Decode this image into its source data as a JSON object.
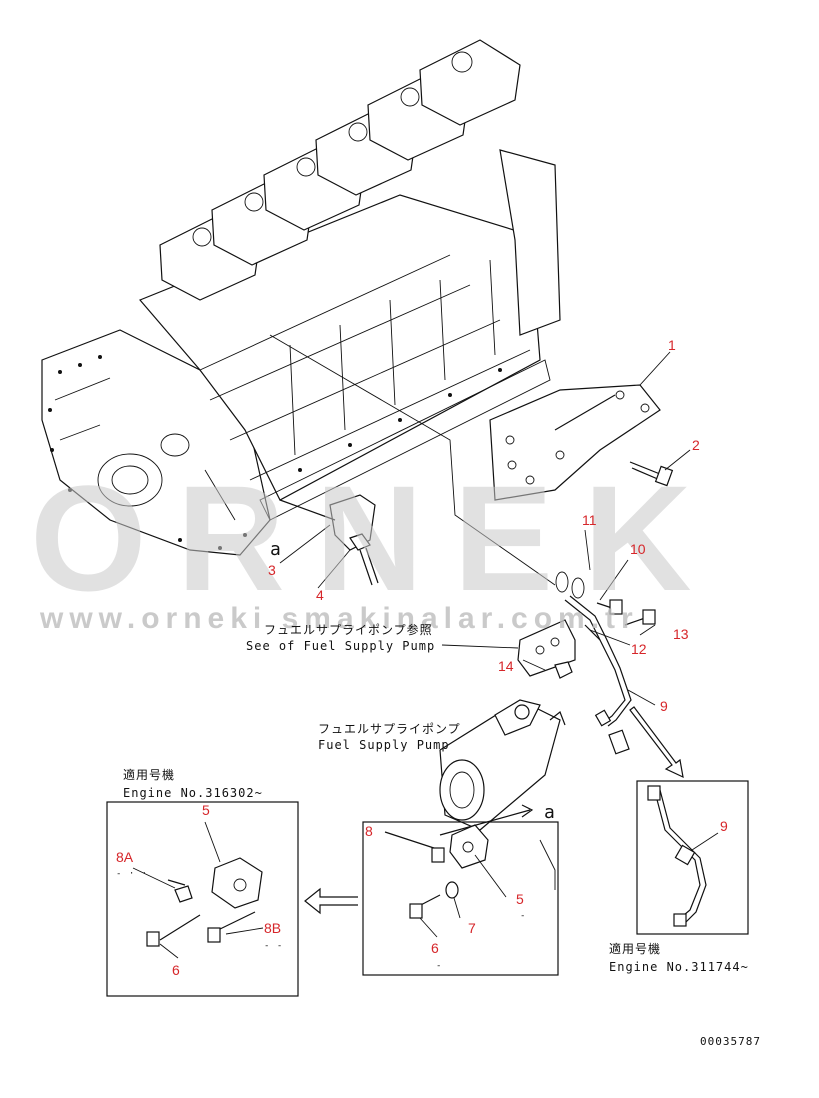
{
  "watermark": {
    "brand": "ORNEK",
    "url": "www.orneki smakinalar.com.tr"
  },
  "callouts": {
    "c1": "1",
    "c2": "2",
    "c3": "3",
    "c4": "4",
    "c5a": "5",
    "c5b": "5",
    "c6a": "6",
    "c6b": "6",
    "c7": "7",
    "c8a": "8",
    "c8A": "8A",
    "c8B": "8B",
    "c9a": "9",
    "c9b": "9",
    "c10": "10",
    "c11": "11",
    "c12": "12",
    "c13": "13",
    "c14": "14"
  },
  "letters": {
    "a1": "a",
    "a2": "a"
  },
  "notes": {
    "see_jp": "フュエルサプライポンプ参照",
    "see_en": "See of Fuel Supply Pump",
    "pump_jp": "フュエルサプライポンプ",
    "pump_en": "Fuel Supply Pump",
    "left_jp": "適用号機",
    "left_en": "Engine No.316302~",
    "right_jp": "適用号機",
    "right_en": "Engine No.311744~",
    "small_8A": "- · ·",
    "small_8B": "- -",
    "small_5": "-",
    "small_6": "-"
  },
  "drawing_number": "00035787",
  "colors": {
    "callout": "#d6262a",
    "line": "#111111",
    "watermark": "#c9c9c9"
  }
}
